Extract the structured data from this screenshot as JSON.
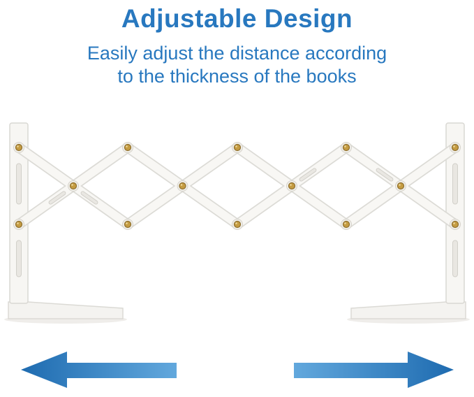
{
  "header": {
    "title": "Adjustable Design",
    "subtitle_line1": "Easily adjust the distance according",
    "subtitle_line2": "to the thickness of the books"
  },
  "illustration": {
    "label": "Expandable white bookend with scissor accordion mechanism and brass rivets"
  },
  "icons": {
    "left_arrow": "left-arrow-icon",
    "right_arrow": "right-arrow-icon"
  },
  "colors": {
    "heading_blue": "#2878bf",
    "arrow_blue_light": "#62a8dd",
    "arrow_blue_dark": "#1e6bb0",
    "rivet_brass": "#c59c42",
    "metal_white": "#f7f6f3",
    "metal_edge": "#d9d8d3"
  }
}
